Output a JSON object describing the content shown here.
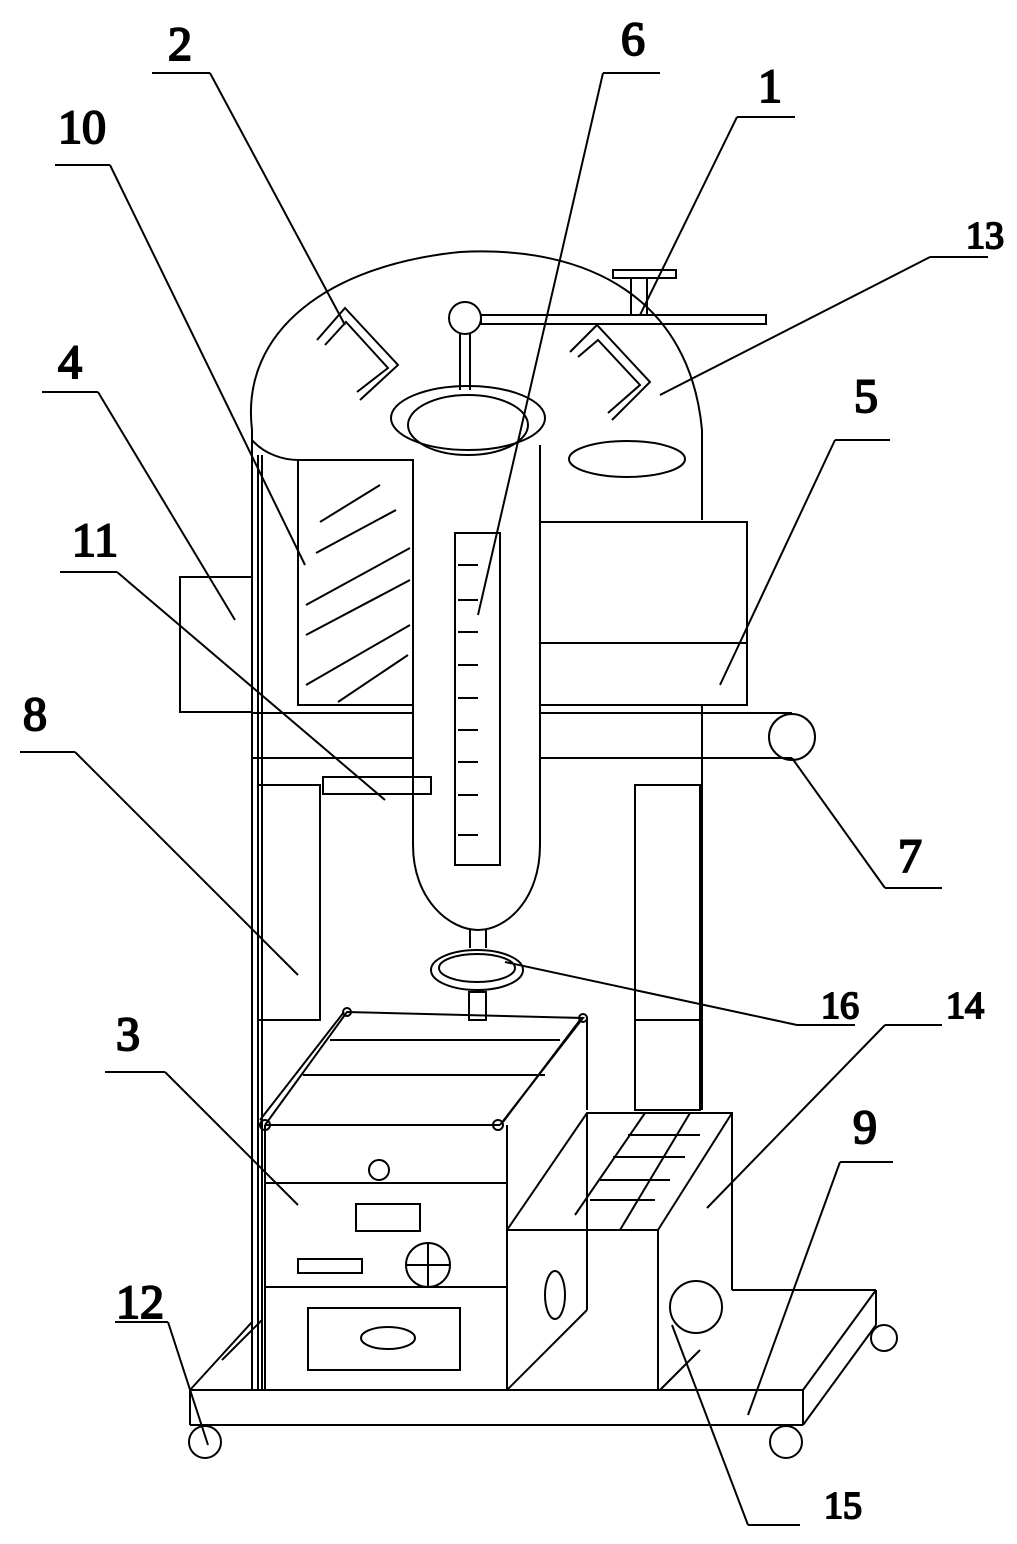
{
  "figure": {
    "labels": [
      {
        "id": "label-2",
        "text": "2"
      },
      {
        "id": "label-6",
        "text": "6"
      },
      {
        "id": "label-1",
        "text": "1"
      },
      {
        "id": "label-10",
        "text": "10"
      },
      {
        "id": "label-13",
        "text": "13"
      },
      {
        "id": "label-4",
        "text": "4"
      },
      {
        "id": "label-5",
        "text": "5"
      },
      {
        "id": "label-11",
        "text": "11"
      },
      {
        "id": "label-8",
        "text": "8"
      },
      {
        "id": "label-7",
        "text": "7"
      },
      {
        "id": "label-16",
        "text": "16"
      },
      {
        "id": "label-14",
        "text": "14"
      },
      {
        "id": "label-3",
        "text": "3"
      },
      {
        "id": "label-9",
        "text": "9"
      },
      {
        "id": "label-12",
        "text": "12"
      },
      {
        "id": "label-15",
        "text": "15"
      }
    ]
  },
  "colors": {
    "ink": "#000000",
    "background": "#ffffff"
  }
}
